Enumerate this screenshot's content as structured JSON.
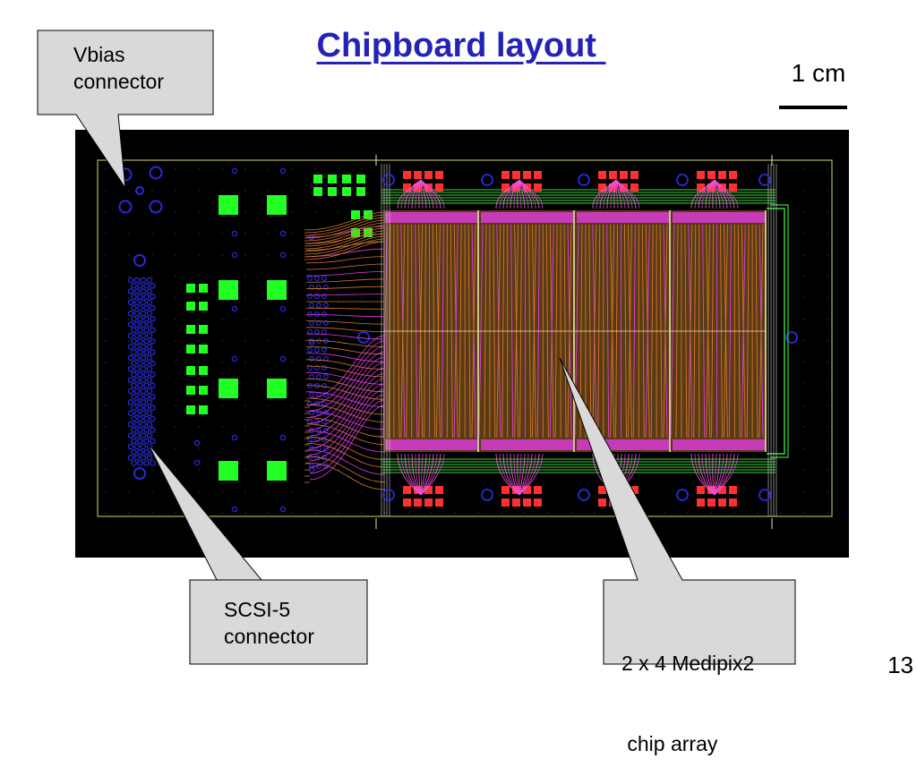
{
  "slide": {
    "title": "Chipboard layout ",
    "scale_label": "1 cm",
    "page_number": "13"
  },
  "callouts": {
    "vbias": {
      "line1": "Vbias",
      "line2": "connector"
    },
    "scsi": {
      "line1": "SCSI-5",
      "line2": "connector"
    },
    "chip_array": {
      "line1": "2 x 4 Medipix2",
      "line2": " chip array"
    }
  },
  "colors": {
    "title": "#2323b8",
    "board_background": "#000000",
    "board_outline": "#c8c864",
    "pad_green": "#22ff22",
    "via_blue": "#2a2ad8",
    "trace_orange": "#d2782d",
    "trace_magenta": "#e23ce2",
    "pad_red": "#ff3030",
    "trace_green": "#3cd23c",
    "callout_fill": "#d9d9d9",
    "callout_stroke": "#000000"
  },
  "icons": {
    "connector_via": "circle-outline",
    "pad": "square"
  }
}
